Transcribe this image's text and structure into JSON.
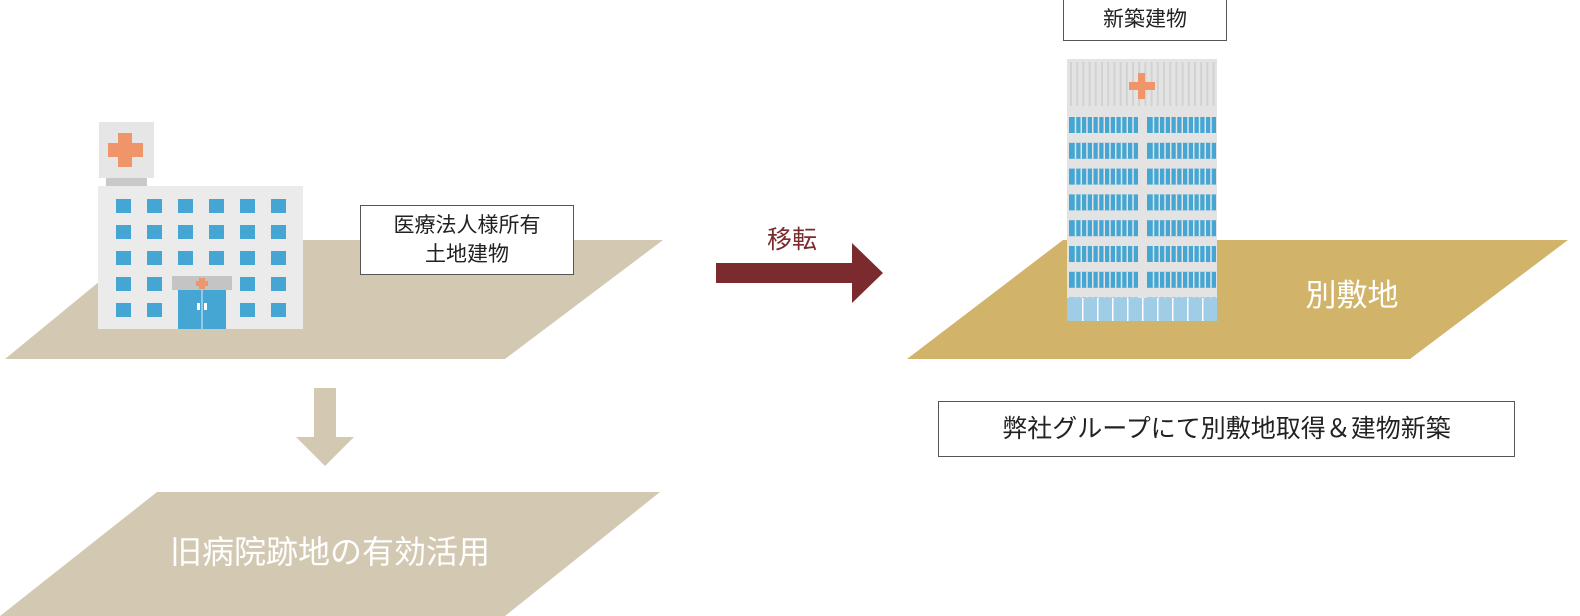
{
  "labels": {
    "owned_line1": "医療法人様所有",
    "owned_line2": "土地建物",
    "relocation": "移転",
    "new_building": "新築建物",
    "other_site": "別敷地",
    "old_site_use": "旧病院跡地の有効活用",
    "group_action": "弊社グループにて別敷地取得＆建物新築"
  },
  "colors": {
    "old_land": "#d3c9b2",
    "new_land": "#d1b46a",
    "relocation_arrow": "#7b2a2e",
    "down_arrow": "#d3c9b2",
    "window_blue": "#45a6d4",
    "cross": "#f0956a",
    "building_wall": "#e6e6e6",
    "border": "#555555"
  },
  "icons": {
    "old_hospital": "hospital-building-icon",
    "new_hospital": "high-rise-hospital-icon",
    "relocation": "arrow-right-icon",
    "transition": "arrow-down-icon"
  }
}
